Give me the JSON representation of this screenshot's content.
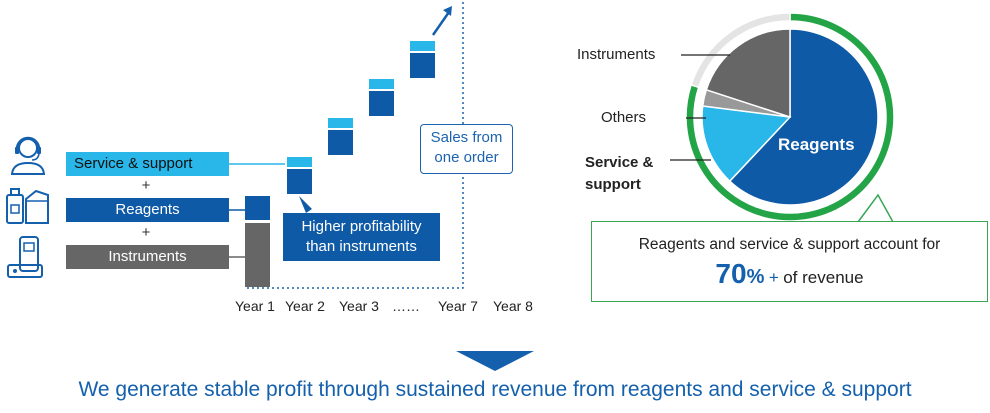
{
  "colors": {
    "service": "#29b6e9",
    "reagents": "#0e5aa7",
    "instruments": "#666666",
    "others": "#999999",
    "ring_green": "#22a447",
    "ring_gray": "#e4e4e4",
    "accent_blue": "#1560ad"
  },
  "left": {
    "service_label": "Service & support",
    "plus1": "+",
    "reagents_label": "Reagents",
    "plus2": "+",
    "instruments_label": "Instruments",
    "callout_line1": "Higher profitability",
    "callout_line2": "than instruments",
    "sales_line1": "Sales from",
    "sales_line2": "one order",
    "years": [
      "Year 1",
      "Year 2",
      "Year 3",
      "……",
      "Year 7",
      "Year 8"
    ]
  },
  "pie": {
    "segments": [
      {
        "label": "Reagents",
        "percent": 62
      },
      {
        "label": "Service & support",
        "percent": 15
      },
      {
        "label": "Others",
        "percent": 3
      },
      {
        "label": "Instruments",
        "percent": 20
      }
    ],
    "outer_ring_share_percent": 80,
    "label_reagents": "Reagents",
    "label_instruments": "Instruments",
    "label_others": "Others",
    "label_service_line1": "Service &",
    "label_service_line2": "support",
    "box_line1": "Reagents and service & support account for",
    "box_value": "70",
    "box_percent": "%",
    "box_plus": "+",
    "box_suffix": "of revenue"
  },
  "footer": {
    "text": "We generate stable profit through sustained revenue from reagents and service & support"
  }
}
